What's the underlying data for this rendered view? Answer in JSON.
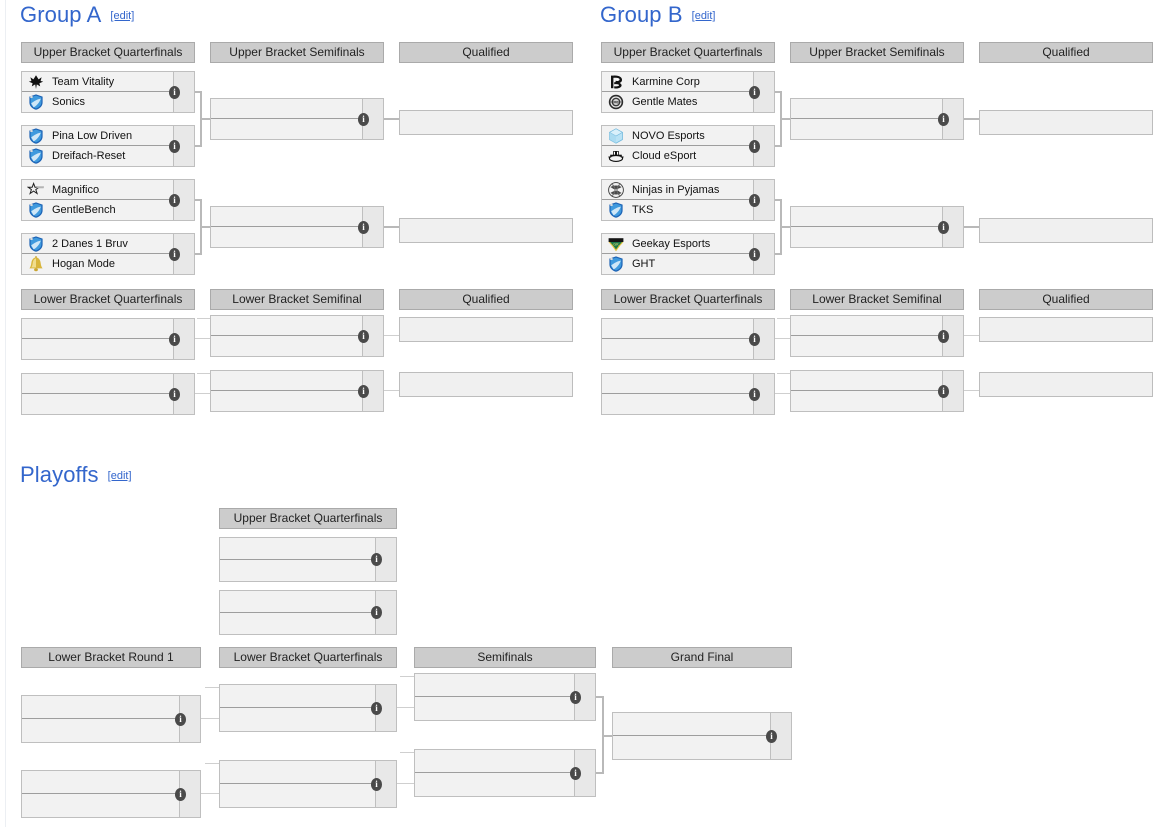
{
  "sections": {
    "group_a": {
      "title": "Group A",
      "edit": "[edit]"
    },
    "group_b": {
      "title": "Group B",
      "edit": "[edit]"
    },
    "playoffs": {
      "title": "Playoffs",
      "edit": "[edit]"
    }
  },
  "round_headers": {
    "ubqf": "Upper Bracket Quarterfinals",
    "ubsf": "Upper Bracket Semifinals",
    "qualified": "Qualified",
    "lbqf": "Lower Bracket Quarterfinals",
    "lbsf": "Lower Bracket Semifinal",
    "lbr1": "Lower Bracket Round 1",
    "po_lbqf": "Lower Bracket Quarterfinals",
    "semifinals": "Semifinals",
    "grand_final": "Grand Final"
  },
  "info_icon": "i",
  "group_a": {
    "ubqf": [
      {
        "top": {
          "name": "Team Vitality",
          "logo": "vitality-logo"
        },
        "bottom": {
          "name": "Sonics",
          "logo": "shield-blue-logo"
        }
      },
      {
        "top": {
          "name": "Pina Low Driven",
          "logo": "shield-blue-logo"
        },
        "bottom": {
          "name": "Dreifach-Reset",
          "logo": "shield-blue-logo"
        }
      },
      {
        "top": {
          "name": "Magnifico",
          "logo": "star-outline-logo"
        },
        "bottom": {
          "name": "GentleBench",
          "logo": "shield-blue-logo"
        }
      },
      {
        "top": {
          "name": "2 Danes 1 Bruv",
          "logo": "shield-blue-logo"
        },
        "bottom": {
          "name": "Hogan Mode",
          "logo": "gold-bell-logo"
        }
      }
    ],
    "ubsf": [
      {
        "top": {
          "name": "",
          "logo": ""
        },
        "bottom": {
          "name": "",
          "logo": ""
        }
      },
      {
        "top": {
          "name": "",
          "logo": ""
        },
        "bottom": {
          "name": "",
          "logo": ""
        }
      }
    ],
    "qualified": [
      {
        "name": ""
      },
      {
        "name": ""
      }
    ],
    "lbqf": [
      {
        "top": {
          "name": "",
          "logo": ""
        },
        "bottom": {
          "name": "",
          "logo": ""
        }
      },
      {
        "top": {
          "name": "",
          "logo": ""
        },
        "bottom": {
          "name": "",
          "logo": ""
        }
      }
    ],
    "lbsf": [
      {
        "top": {
          "name": "",
          "logo": ""
        },
        "bottom": {
          "name": "",
          "logo": ""
        }
      },
      {
        "top": {
          "name": "",
          "logo": ""
        },
        "bottom": {
          "name": "",
          "logo": ""
        }
      }
    ],
    "lb_qualified": [
      {
        "name": ""
      },
      {
        "name": ""
      }
    ]
  },
  "group_b": {
    "ubqf": [
      {
        "top": {
          "name": "Karmine Corp",
          "logo": "karmine-logo"
        },
        "bottom": {
          "name": "Gentle Mates",
          "logo": "medal-logo"
        }
      },
      {
        "top": {
          "name": "NOVO Esports",
          "logo": "ice-cube-logo"
        },
        "bottom": {
          "name": "Cloud eSport",
          "logo": "cloud-logo"
        }
      },
      {
        "top": {
          "name": "Ninjas in Pyjamas",
          "logo": "ninja-logo"
        },
        "bottom": {
          "name": "TKS",
          "logo": "shield-blue-logo"
        }
      },
      {
        "top": {
          "name": "Geekay Esports",
          "logo": "geekay-logo"
        },
        "bottom": {
          "name": "GHT",
          "logo": "shield-blue-logo"
        }
      }
    ],
    "ubsf": [
      {
        "top": {
          "name": "",
          "logo": ""
        },
        "bottom": {
          "name": "",
          "logo": ""
        }
      },
      {
        "top": {
          "name": "",
          "logo": ""
        },
        "bottom": {
          "name": "",
          "logo": ""
        }
      }
    ],
    "qualified": [
      {
        "name": ""
      },
      {
        "name": ""
      }
    ],
    "lbqf": [
      {
        "top": {
          "name": "",
          "logo": ""
        },
        "bottom": {
          "name": "",
          "logo": ""
        }
      },
      {
        "top": {
          "name": "",
          "logo": ""
        },
        "bottom": {
          "name": "",
          "logo": ""
        }
      }
    ],
    "lbsf": [
      {
        "top": {
          "name": "",
          "logo": ""
        },
        "bottom": {
          "name": "",
          "logo": ""
        }
      },
      {
        "top": {
          "name": "",
          "logo": ""
        },
        "bottom": {
          "name": "",
          "logo": ""
        }
      }
    ],
    "lb_qualified": [
      {
        "name": ""
      },
      {
        "name": ""
      }
    ]
  },
  "playoffs": {
    "ubqf": [
      {
        "top": {
          "name": "",
          "logo": ""
        },
        "bottom": {
          "name": "",
          "logo": ""
        }
      },
      {
        "top": {
          "name": "",
          "logo": ""
        },
        "bottom": {
          "name": "",
          "logo": ""
        }
      }
    ],
    "lbr1": [
      {
        "top": {
          "name": "",
          "logo": ""
        },
        "bottom": {
          "name": "",
          "logo": ""
        }
      },
      {
        "top": {
          "name": "",
          "logo": ""
        },
        "bottom": {
          "name": "",
          "logo": ""
        }
      }
    ],
    "lbqf": [
      {
        "top": {
          "name": "",
          "logo": ""
        },
        "bottom": {
          "name": "",
          "logo": ""
        }
      },
      {
        "top": {
          "name": "",
          "logo": ""
        },
        "bottom": {
          "name": "",
          "logo": ""
        }
      }
    ],
    "semifinals": [
      {
        "top": {
          "name": "",
          "logo": ""
        },
        "bottom": {
          "name": "",
          "logo": ""
        }
      },
      {
        "top": {
          "name": "",
          "logo": ""
        },
        "bottom": {
          "name": "",
          "logo": ""
        }
      }
    ],
    "grand_final": [
      {
        "top": {
          "name": "",
          "logo": ""
        },
        "bottom": {
          "name": "",
          "logo": ""
        }
      }
    ]
  },
  "colors": {
    "heading_link": "#3366cc",
    "round_header_bg": "#cccccc",
    "match_bg": "#f2f2f2",
    "border": "#bfbfbf",
    "connector": "#b9b9b9",
    "info_dot": "#4a4a4a"
  }
}
